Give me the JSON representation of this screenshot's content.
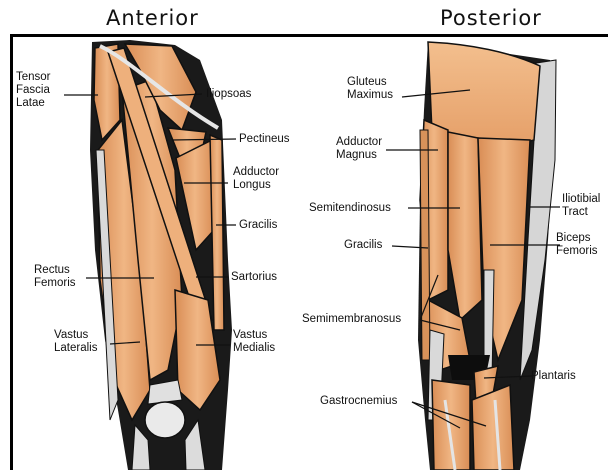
{
  "headings": {
    "anterior": "Anterior",
    "posterior": "Posterior"
  },
  "labels": {
    "tensor_fascia_latae": "Tensor\nFascia\nLatae",
    "iliopsoas": "Iliopsoas",
    "pectineus": "Pectineus",
    "adductor_longus": "Adductor\nLongus",
    "gracilis_anterior": "Gracilis",
    "rectus_femoris": "Rectus\nFemoris",
    "sartorius": "Sartorius",
    "vastus_lateralis": "Vastus\nLateralis",
    "vastus_medialis": "Vastus\nMedialis",
    "gluteus_maximus": "Gluteus\nMaximus",
    "adductor_magnus": "Adductor\nMagnus",
    "semitendinosus": "Semitendinosus",
    "gracilis_posterior": "Gracilis",
    "iliotibial_tract": "Iliotibial\nTract",
    "biceps_femoris": "Biceps\nFemoris",
    "semimembranosus": "Semimembranosus",
    "plantaris": "Plantaris",
    "gastrocnemius": "Gastrocnemius"
  },
  "colors": {
    "muscle": "#e8a772",
    "muscle_light": "#f3c9a0",
    "muscle_dark": "#c97b44",
    "tendon": "#d9d9d9",
    "outline": "#111111"
  }
}
